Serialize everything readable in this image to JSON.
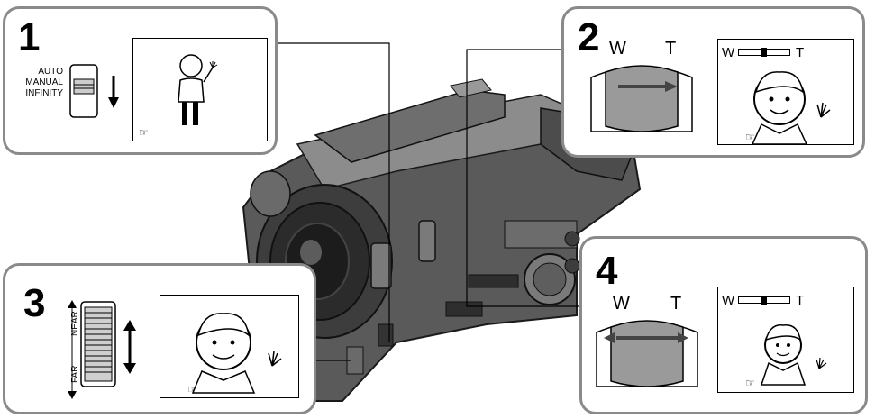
{
  "panels": [
    {
      "step": "1",
      "switch_labels": [
        "AUTO",
        "MANUAL",
        "INFINITY"
      ]
    },
    {
      "step": "2",
      "zoom_labels": {
        "wide": "W",
        "tele": "T"
      },
      "indicator_labels": {
        "wide": "W",
        "tele": "T"
      },
      "zoom_level": 0.5
    },
    {
      "step": "3",
      "ring_labels": {
        "near": "NEAR",
        "far": "FAR"
      }
    },
    {
      "step": "4",
      "zoom_labels": {
        "wide": "W",
        "tele": "T"
      },
      "indicator_labels": {
        "wide": "W",
        "tele": "T"
      },
      "zoom_level": 0.5
    }
  ],
  "icons": {
    "focus": "focus-hand-icon",
    "arrow": "double-arrow-icon"
  },
  "colors": {
    "panel_border": "#8a8a8a",
    "camera_body": "#4a4a4a",
    "line": "#000000"
  }
}
